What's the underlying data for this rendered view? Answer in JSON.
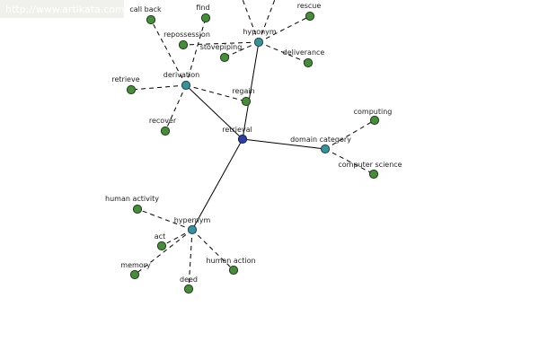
{
  "watermark": {
    "url": "http://www.artikata.com"
  },
  "colors": {
    "root": "#2f3f9a",
    "category": "#3d8f9a",
    "leaf": "#4a8a3e",
    "edge": "#000000"
  },
  "graph": {
    "root": "retrieval",
    "nodes": [
      {
        "id": "retrieval",
        "label": "retrieval",
        "kind": "root"
      },
      {
        "id": "hyponym",
        "label": "hyponym",
        "kind": "category"
      },
      {
        "id": "derivation",
        "label": "derivation",
        "kind": "category"
      },
      {
        "id": "domain-category",
        "label": "domain category",
        "kind": "category"
      },
      {
        "id": "hypernym",
        "label": "hypernym",
        "kind": "category"
      },
      {
        "id": "call-back",
        "label": "call back",
        "kind": "leaf"
      },
      {
        "id": "find",
        "label": "find",
        "kind": "leaf"
      },
      {
        "id": "rescue",
        "label": "rescue",
        "kind": "leaf"
      },
      {
        "id": "repossession",
        "label": "repossession",
        "kind": "leaf"
      },
      {
        "id": "stovepiping",
        "label": "stovepiping",
        "kind": "leaf"
      },
      {
        "id": "deliverance",
        "label": "deliverance",
        "kind": "leaf"
      },
      {
        "id": "retrieve",
        "label": "retrieve",
        "kind": "leaf"
      },
      {
        "id": "regain",
        "label": "regain",
        "kind": "leaf"
      },
      {
        "id": "recover",
        "label": "recover",
        "kind": "leaf"
      },
      {
        "id": "computing",
        "label": "computing",
        "kind": "leaf"
      },
      {
        "id": "computer-science",
        "label": "computer science",
        "kind": "leaf"
      },
      {
        "id": "human-activity",
        "label": "human activity",
        "kind": "leaf"
      },
      {
        "id": "act",
        "label": "act",
        "kind": "leaf"
      },
      {
        "id": "memory",
        "label": "memory",
        "kind": "leaf"
      },
      {
        "id": "deed",
        "label": "deed",
        "kind": "leaf"
      },
      {
        "id": "human-action",
        "label": "human action",
        "kind": "leaf"
      }
    ],
    "edges": [
      {
        "from": "retrieval",
        "to": "hyponym",
        "style": "solid"
      },
      {
        "from": "retrieval",
        "to": "derivation",
        "style": "solid"
      },
      {
        "from": "retrieval",
        "to": "domain-category",
        "style": "solid"
      },
      {
        "from": "retrieval",
        "to": "hypernym",
        "style": "solid"
      },
      {
        "from": "hyponym",
        "to": "rescue",
        "style": "dashed"
      },
      {
        "from": "hyponym",
        "to": "repossession",
        "style": "dashed"
      },
      {
        "from": "hyponym",
        "to": "stovepiping",
        "style": "dashed"
      },
      {
        "from": "hyponym",
        "to": "deliverance",
        "style": "dashed"
      },
      {
        "from": "derivation",
        "to": "call-back",
        "style": "dashed"
      },
      {
        "from": "derivation",
        "to": "find",
        "style": "dashed"
      },
      {
        "from": "derivation",
        "to": "retrieve",
        "style": "dashed"
      },
      {
        "from": "derivation",
        "to": "regain",
        "style": "dashed"
      },
      {
        "from": "derivation",
        "to": "recover",
        "style": "dashed"
      },
      {
        "from": "domain-category",
        "to": "computing",
        "style": "dashed"
      },
      {
        "from": "domain-category",
        "to": "computer-science",
        "style": "dashed"
      },
      {
        "from": "hypernym",
        "to": "human-activity",
        "style": "dashed"
      },
      {
        "from": "hypernym",
        "to": "act",
        "style": "dashed"
      },
      {
        "from": "hypernym",
        "to": "memory",
        "style": "dashed"
      },
      {
        "from": "hypernym",
        "to": "deed",
        "style": "dashed"
      },
      {
        "from": "hypernym",
        "to": "human-action",
        "style": "dashed"
      }
    ]
  }
}
